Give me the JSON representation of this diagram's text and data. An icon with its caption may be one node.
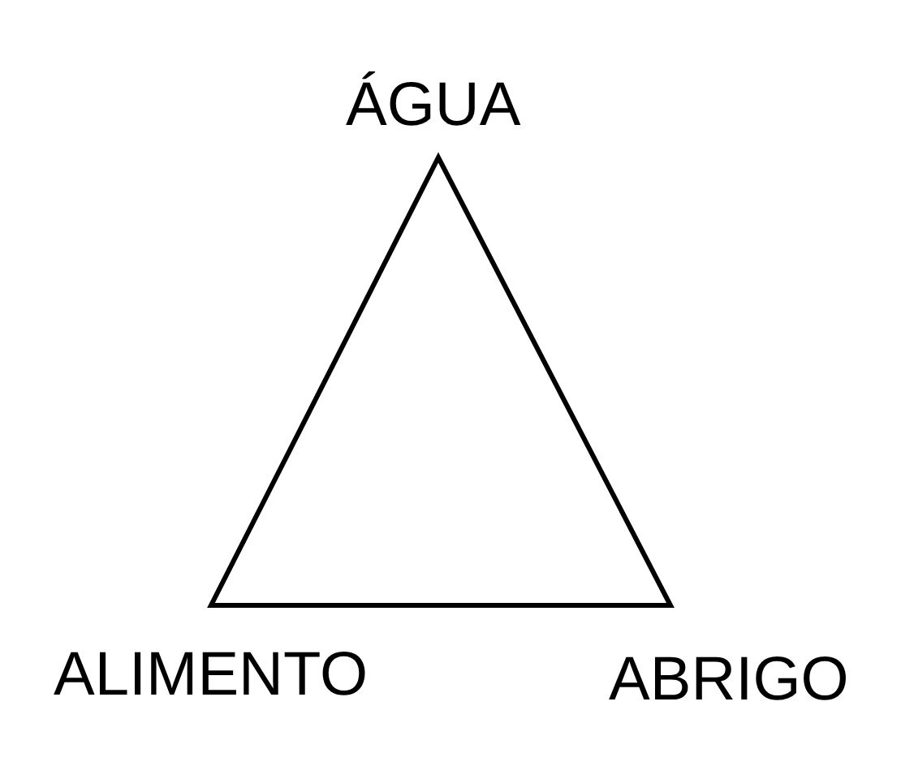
{
  "diagram": {
    "labels": [
      "ÁGUA",
      "ALIMENTO",
      "ABRIGO"
    ]
  }
}
